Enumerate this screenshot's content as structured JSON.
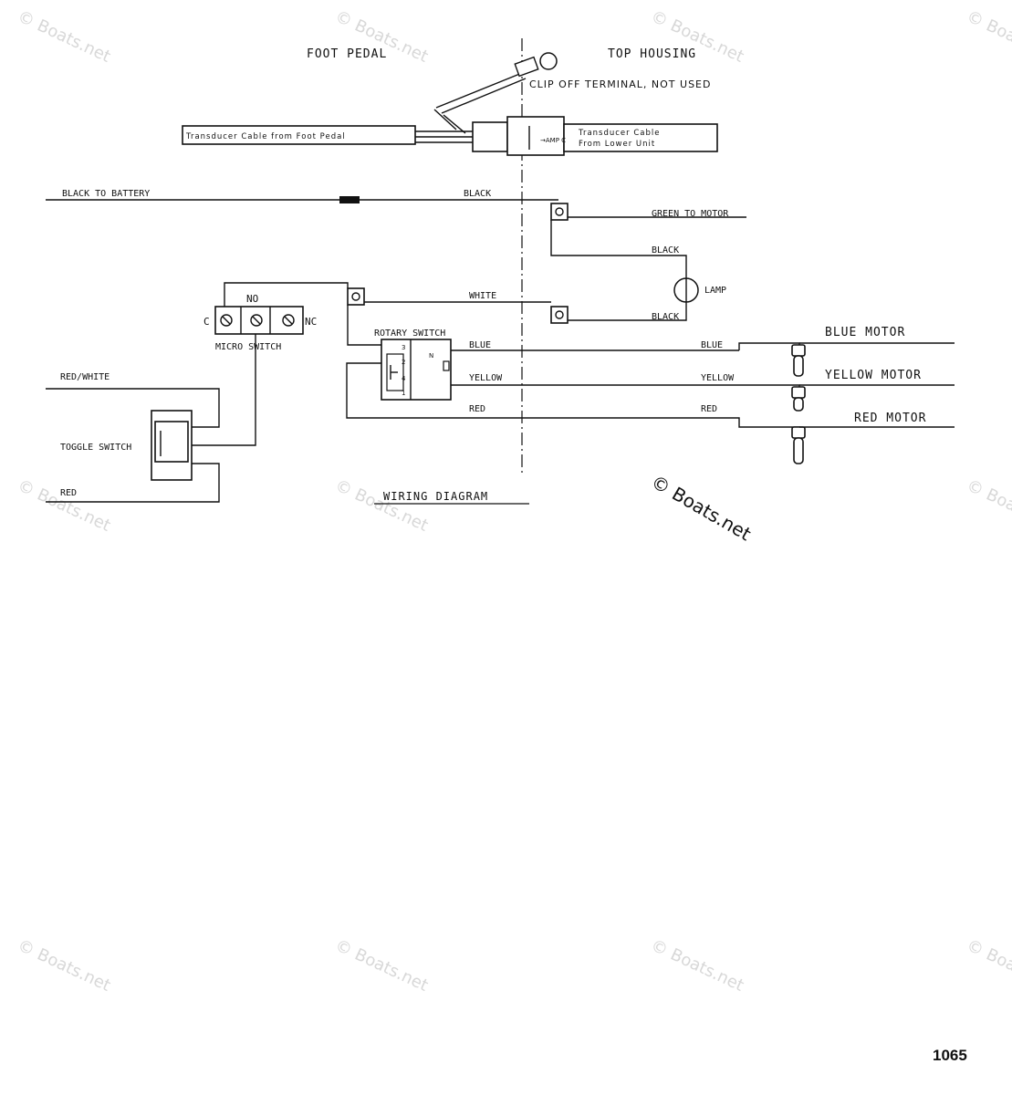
{
  "diagram": {
    "sections": {
      "left": "FOOT PEDAL",
      "right": "TOP HOUSING"
    },
    "title": "WIRING DIAGRAM",
    "page_number": "1065",
    "labels": {
      "clip_off": "CLIP OFF TERMINAL, NOT USED",
      "transducer_foot": "Transducer Cable from Foot Pedal",
      "transducer_lower_1": "Transducer Cable",
      "transducer_lower_2": "From Lower Unit",
      "connector_mark": "→AMP C",
      "black_to_battery": "BLACK TO BATTERY",
      "black_top": "BLACK",
      "green_to_motor": "GREEN TO MOTOR",
      "black_lamp_top": "BLACK",
      "black_lamp_bottom": "BLACK",
      "lamp": "LAMP",
      "white": "WHITE",
      "no": "NO",
      "c": "C",
      "nc": "NC",
      "micro_switch": "MICRO SWITCH",
      "rotary_switch": "ROTARY SWITCH",
      "blue_left": "BLUE",
      "yellow_left": "YELLOW",
      "red_left": "RED",
      "blue_right": "BLUE",
      "yellow_right": "YELLOW",
      "red_right": "RED",
      "blue_motor": "BLUE  MOTOR",
      "yellow_motor": "YELLOW  MOTOR",
      "red_motor": "RED  MOTOR",
      "red_white": "RED/WHITE",
      "toggle_switch": "TOGGLE SWITCH",
      "red_bottom": "RED",
      "rotary_pin_3": "3",
      "rotary_pin_2": "2",
      "rotary_pin_4": "4",
      "rotary_pin_1": "1",
      "rotary_pin_n": "N"
    },
    "watermark": "© Boats.net"
  }
}
